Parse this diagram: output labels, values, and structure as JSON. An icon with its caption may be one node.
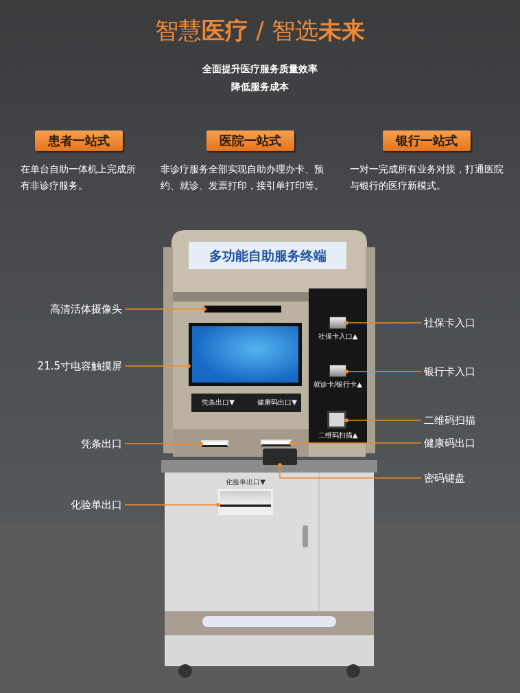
{
  "diagram": {
    "title": "智慧**医疗** / 智选**未来**",
    "nodes": [
      {
        "text": [
          "患者一站式"
        ],
        "beside": [
          "在单台自助一体机上完成所有非诊疗服务。"
        ]
      },
      {
        "text": [
          "医院一站式"
        ],
        "beside": [
          "非诊疗服务全部实现自助办理办卡、预约、就诊、发票打印，接引单打印等。"
        ]
      },
      {
        "text": [
          "银行一站式"
        ],
        "beside": [
          "一对一完成所有业务对接，打通医院与银行的医疗新模式。"
        ]
      },
      {
        "text": [],
        "shape": "picture"
      },
      {
        "text": [
          "多功能自助服务终端"
        ],
        "in": 3
      },
      {
        "text": [
          "高清活体摄像头"
        ]
      },
      {
        "text": [],
        "shape": "box",
        "in": 3
      },
      {
        "text": [
          "社保卡入口"
        ]
      },
      {
        "text": [],
        "shape": "box",
        "in": 3,
        "beside": [
          "社保卡入口▲"
        ]
      },
      {
        "text": [
          "21.5寸电容触摸屏"
        ]
      },
      {
        "text": [],
        "shape": "box",
        "in": 3
      },
      {
        "text": [
          "银行卡入口"
        ]
      },
      {
        "text": [],
        "shape": "box",
        "in": 3,
        "beside": [
          "就诊卡/银行卡▲"
        ]
      },
      {
        "text": [
          "二维码扫描"
        ]
      },
      {
        "text": [],
        "shape": "box",
        "in": 3,
        "beside": [
          "二维码扫描▲"
        ]
      },
      {
        "text": [
          "凭条出口"
        ]
      },
      {
        "text": [],
        "shape": "box",
        "in": 3
      },
      {
        "text": [
          "健康码出口"
        ]
      },
      {
        "text": [],
        "shape": "box",
        "in": 3
      },
      {
        "text": [
          "密码键盘"
        ]
      },
      {
        "text": [],
        "shape": "box",
        "in": 3
      },
      {
        "text": [
          "化验单出口"
        ]
      },
      {
        "text": [],
        "shape": "box",
        "in": 3,
        "beside": [
          "化验单出口▼"
        ]
      }
    ],
    "edges": [
      {
        "from": 5,
        "to": 6,
        "arrow": "other"
      },
      {
        "from": 7,
        "to": 8,
        "arrow": "other"
      },
      {
        "from": 9,
        "to": 10,
        "arrow": "other"
      },
      {
        "from": 11,
        "to": 12,
        "arrow": "other"
      },
      {
        "from": 13,
        "to": 14,
        "arrow": "other"
      },
      {
        "from": 15,
        "to": 16,
        "arrow": "other"
      },
      {
        "from": 17,
        "to": 18,
        "arrow": "other"
      },
      {
        "from": 19,
        "to": 20,
        "arrow": "other"
      },
      {
        "from": 21,
        "to": 22,
        "arrow": "other"
      }
    ],
    "labels": [
      "全面提升医疗服务质量效率",
      "降低服务成本",
      "凭条出口▼",
      "健康码出口▼"
    ]
  }
}
